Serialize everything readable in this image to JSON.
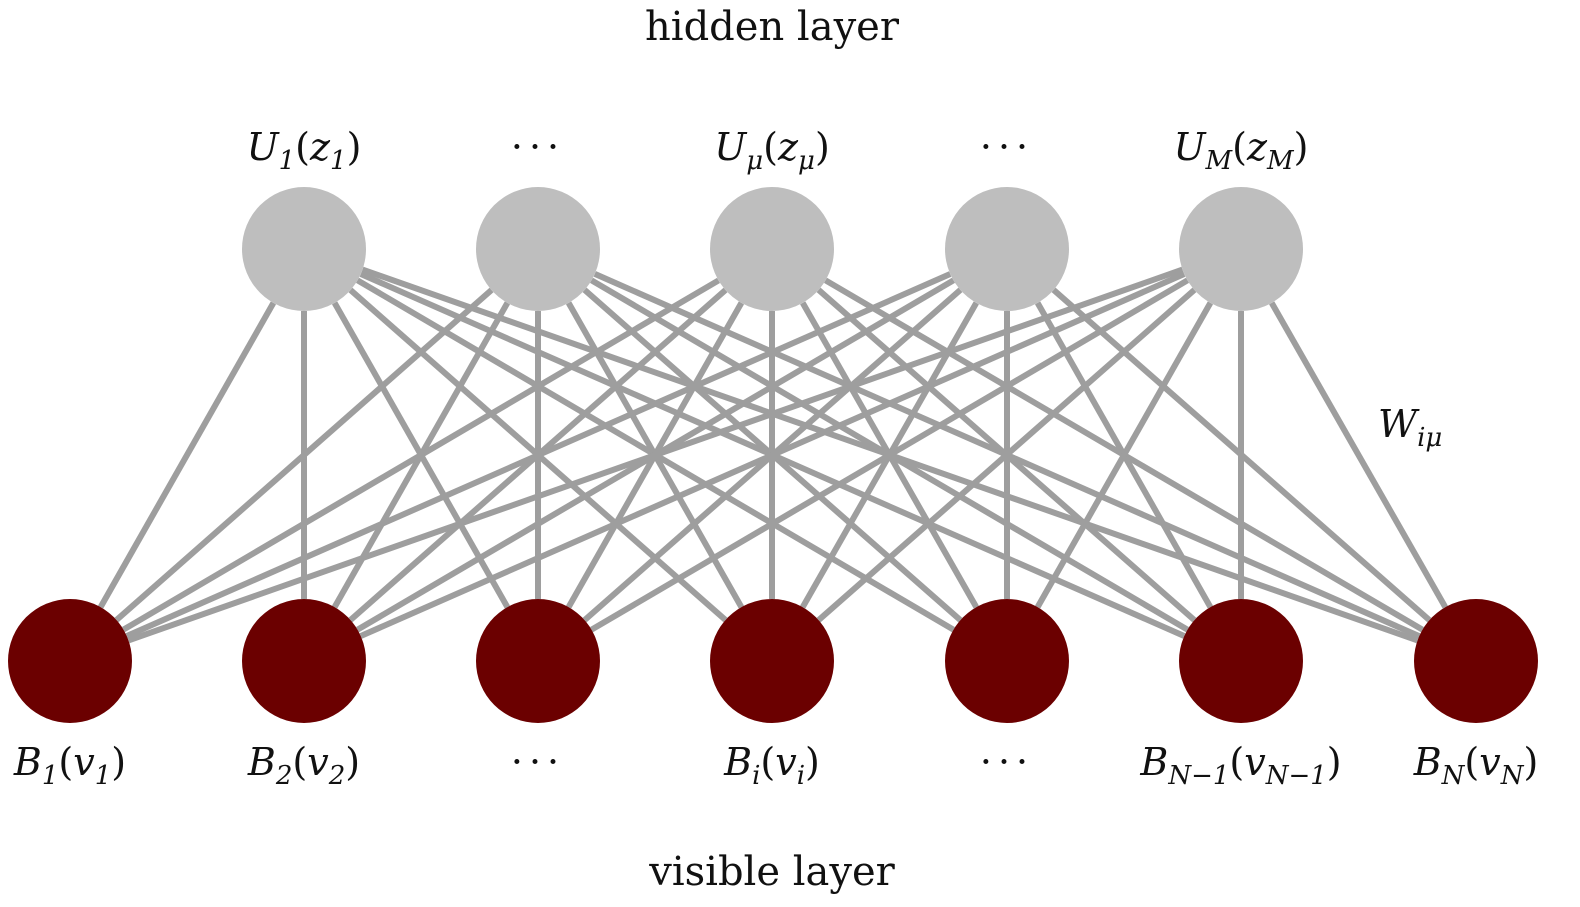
{
  "diagram": {
    "hidden_layer_title": "hidden layer",
    "visible_layer_title": "visible layer",
    "weight_label": {
      "main": "W",
      "sub": "iμ"
    },
    "hidden_units": [
      {
        "kind": "unit",
        "fn": "U",
        "fn_sub": "1",
        "arg": "z",
        "arg_sub": "1"
      },
      {
        "kind": "ellipsis",
        "text": "···"
      },
      {
        "kind": "unit",
        "fn": "U",
        "fn_sub": "μ",
        "arg": "z",
        "arg_sub": "μ"
      },
      {
        "kind": "ellipsis",
        "text": "···"
      },
      {
        "kind": "unit",
        "fn": "U",
        "fn_sub": "M",
        "arg": "z",
        "arg_sub": "M"
      }
    ],
    "visible_units": [
      {
        "kind": "unit",
        "fn": "B",
        "fn_sub": "1",
        "arg": "v",
        "arg_sub": "1"
      },
      {
        "kind": "unit",
        "fn": "B",
        "fn_sub": "2",
        "arg": "v",
        "arg_sub": "2"
      },
      {
        "kind": "ellipsis",
        "text": "···"
      },
      {
        "kind": "unit",
        "fn": "B",
        "fn_sub": "i",
        "arg": "v",
        "arg_sub": "i"
      },
      {
        "kind": "ellipsis",
        "text": "···"
      },
      {
        "kind": "unit",
        "fn": "B",
        "fn_sub": "N−1",
        "arg": "v",
        "arg_sub": "N−1"
      },
      {
        "kind": "unit",
        "fn": "B",
        "fn_sub": "N",
        "arg": "v",
        "arg_sub": "N"
      }
    ],
    "connectivity": "fully-connected",
    "colors": {
      "hidden_node": "#bebebe",
      "visible_node": "#6b0000",
      "edge": "#9e9e9e"
    }
  }
}
